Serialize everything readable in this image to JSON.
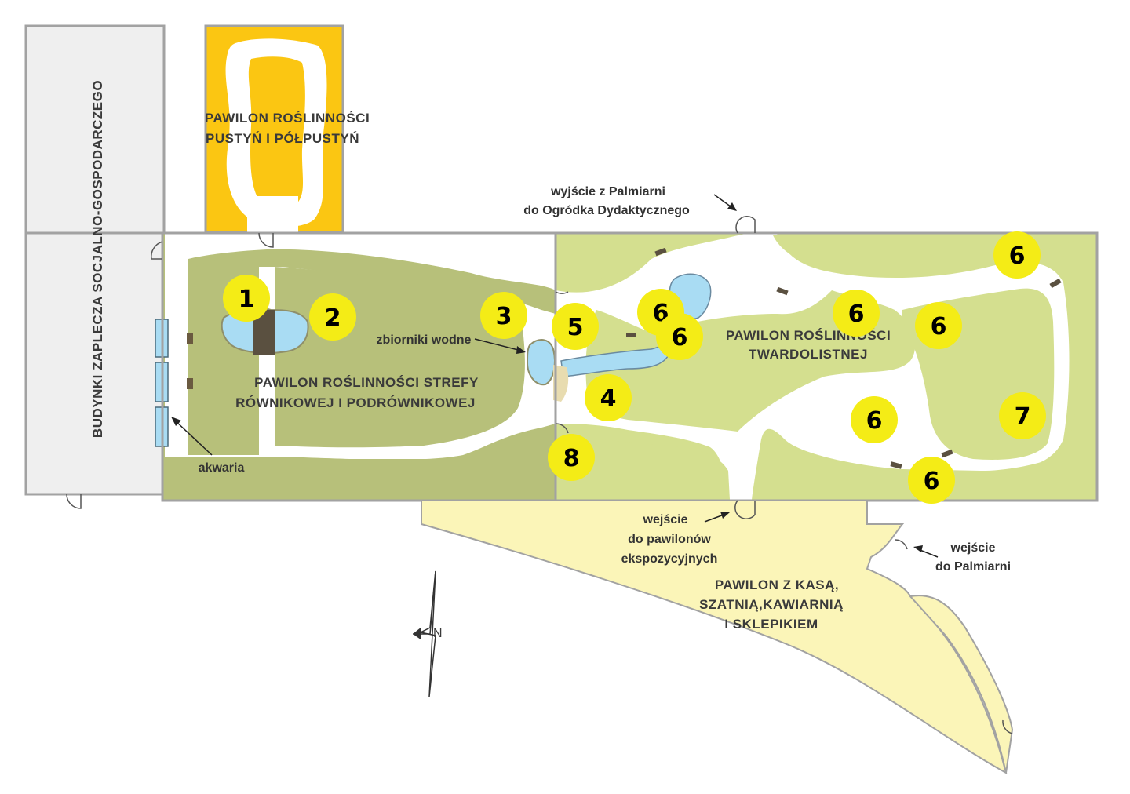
{
  "colors": {
    "dark_green": "#b7c07a",
    "light_green": "#d4df8f",
    "yellow_pavilion": "#fbc612",
    "gray_building": "#efefef",
    "cream_pavilion": "#fbf5b8",
    "water": "#a9dcf3",
    "marker": "#f4ec16"
  },
  "labels": {
    "service_building": "BUDYNKI ZAPLECZA SOCJALNO-GOSPODARCZEGO",
    "desert_line1": "PAWILON ROŚLINNOŚCI",
    "desert_line2": "PUSTYŃ I PÓŁPUSTYŃ",
    "tropical_line1": "PAWILON ROŚLINNOŚCI STREFY",
    "tropical_line2": "RÓWNIKOWEJ I PODRÓWNIKOWEJ",
    "sclerophyll_line1": "PAWILON ROŚLINNOŚCI",
    "sclerophyll_line2": "TWARDOLISTNEJ",
    "cashier_line1": "PAWILON Z KASĄ,",
    "cashier_line2": "SZATNIĄ,KAWIARNIĄ",
    "cashier_line3": "I SKLEPIKIEM",
    "water_tanks": "zbiorniki wodne",
    "aquaria": "akwaria",
    "exit_line1": "wyjście z Palmiarni",
    "exit_line2": "do Ogródka Dydaktycznego",
    "pavilion_entry_line1": "wejście",
    "pavilion_entry_line2": "do pawilonów",
    "pavilion_entry_line3": "ekspozycyjnych",
    "palm_entry_line1": "wejście",
    "palm_entry_line2": "do Palmiarni",
    "north": "N"
  },
  "markers": [
    {
      "id": "marker-1",
      "number": "1"
    },
    {
      "id": "marker-2",
      "number": "2"
    },
    {
      "id": "marker-3",
      "number": "3"
    },
    {
      "id": "marker-5",
      "number": "5"
    },
    {
      "id": "marker-4",
      "number": "4"
    },
    {
      "id": "marker-8",
      "number": "8"
    },
    {
      "id": "marker-6a",
      "number": "6"
    },
    {
      "id": "marker-6b",
      "number": "6"
    },
    {
      "id": "marker-6c",
      "number": "6"
    },
    {
      "id": "marker-6d",
      "number": "6"
    },
    {
      "id": "marker-6e",
      "number": "6"
    },
    {
      "id": "marker-6f",
      "number": "6"
    },
    {
      "id": "marker-6g",
      "number": "6"
    },
    {
      "id": "marker-7",
      "number": "7"
    }
  ]
}
